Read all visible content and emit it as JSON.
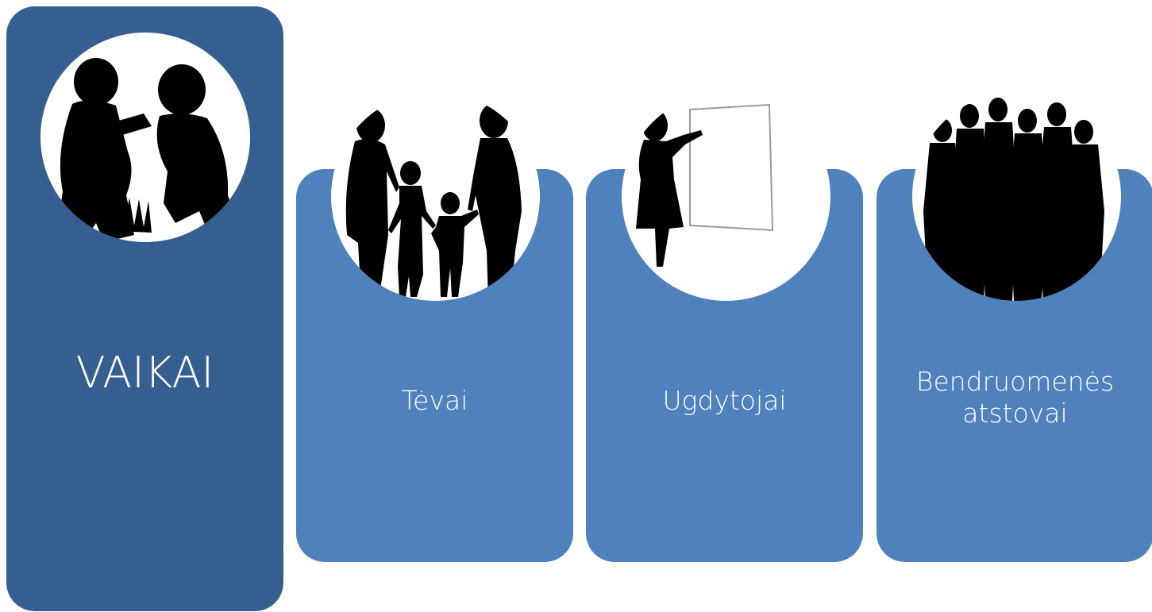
{
  "cards": [
    {
      "label": "VAIKAI",
      "image": "children-silhouette-icon"
    },
    {
      "label": "Tėvai",
      "image": "family-silhouette-icon"
    },
    {
      "label": "Ugdytojai",
      "image": "teacher-silhouette-icon"
    },
    {
      "label_line1": "Bendruomenės",
      "label_line2": "atstovai",
      "image": "community-silhouette-icon"
    }
  ],
  "colors": {
    "primary_dark": "#365f91",
    "primary": "#4f81bd",
    "text": "#ffffff",
    "silhouette": "#000000"
  }
}
